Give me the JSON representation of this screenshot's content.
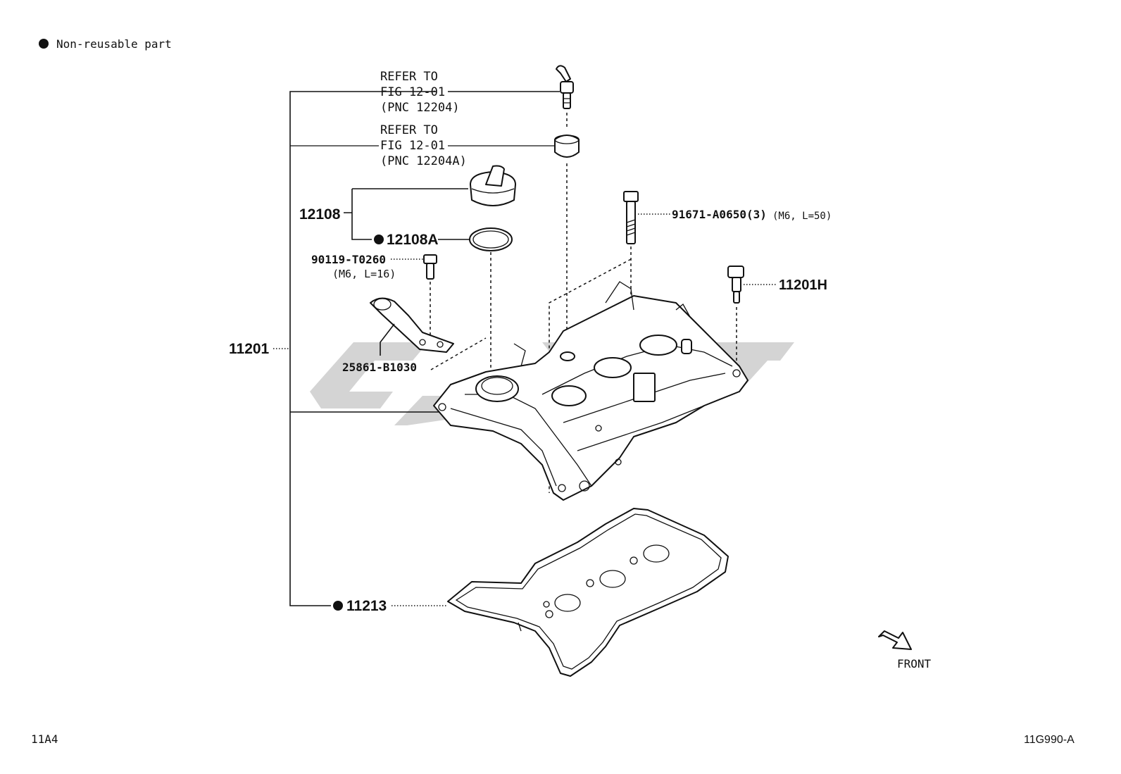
{
  "legend": {
    "symbol": "●",
    "text": "Non-reusable part"
  },
  "refs": {
    "ref1": {
      "line1": "REFER TO",
      "line2": "FIG 12-01",
      "line3": "(PNC 12204)"
    },
    "ref2": {
      "line1": "REFER TO",
      "line2": "FIG 12-01",
      "line3": "(PNC 12204A)"
    }
  },
  "callouts": {
    "oil_cap": "12108",
    "cap_gasket": "12108A",
    "bolt_short": "90119-T0260",
    "bolt_short_spec": "(M6, L=16)",
    "bracket": "25861-B1030",
    "bolt_long": "91671-A0650(3)",
    "bolt_long_spec": "(M6, L=50)",
    "stud": "11201H",
    "cover": "11201",
    "cover_gasket": "11213"
  },
  "footer": {
    "left_code": "11A4",
    "right_code": "11G990-A"
  },
  "front_label": "FRONT",
  "colors": {
    "ink": "#111111",
    "watermark": "#d4d4d4"
  }
}
